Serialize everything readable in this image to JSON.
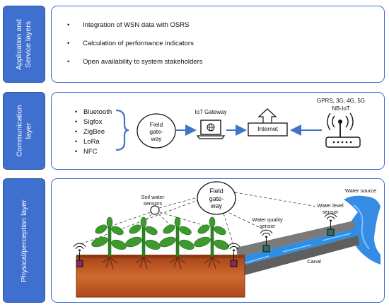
{
  "layers": [
    {
      "label": "Application and\nService layers"
    },
    {
      "label": "Communication\nlayer"
    },
    {
      "label": "Physical/perception layer"
    }
  ],
  "application": {
    "items": [
      "Integration of WSN data with OSRS",
      "Calculation of performance indicators",
      "Open availability to system stakeholders"
    ]
  },
  "communication": {
    "protocols": [
      "Bluetooth",
      "Sigfox",
      "ZigBee",
      "LoRa",
      "NFC"
    ],
    "field_gateway": "Field\ngate-\nway",
    "iot_gateway": "IoT Gateway",
    "internet": "Internet",
    "cellular": "GPRS, 3G, 4G, 5G\nNB-IoT"
  },
  "physical": {
    "field_gateway": "Field\ngate-\nway",
    "soil_sensors": "Soil water\nsensors",
    "water_quality": "Water quality\nsensor",
    "water_level": "Water level\nsensor",
    "water_source": "Water source",
    "canal": "Canal"
  },
  "colors": {
    "tab_fill": "#3f6fcf",
    "box_border": "#3f6fcf",
    "arrow": "#4472c4",
    "plant": "#3c9a2e",
    "soil": "#c0501f",
    "water": "#2a86e0",
    "canal": "#6b6b6b"
  }
}
